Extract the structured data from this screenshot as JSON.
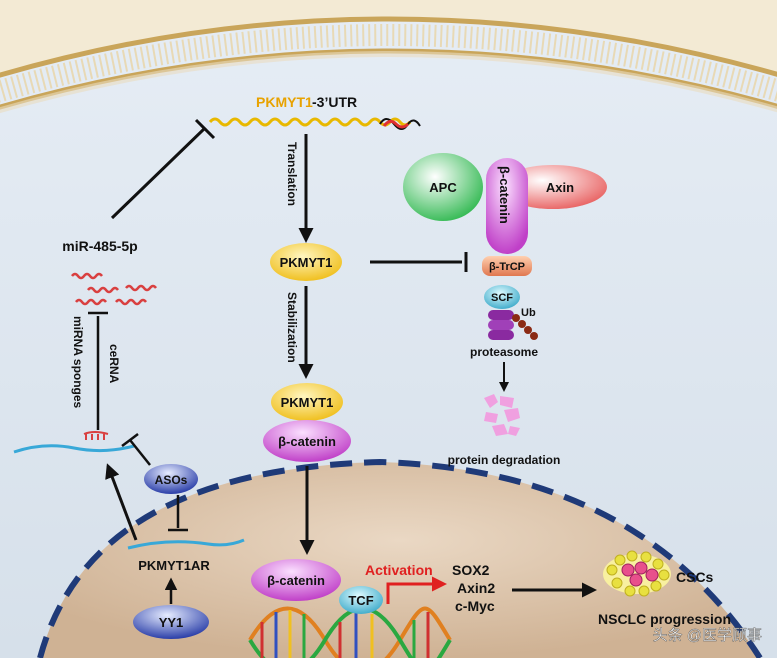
{
  "labels": {
    "pkmyt1_utr_gene": "PKMYT1",
    "pkmyt1_utr_suffix": " -3’UTR",
    "translation": "Translation",
    "stabilization": "Stabilization",
    "pkmyt1_mid": "PKMYT1",
    "pkmyt1_complex": "PKMYT1",
    "beta_catenin_complex": "β-catenin",
    "beta_catenin_nucleus": "β-catenin",
    "apc": "APC",
    "axin": "Axin",
    "beta_catenin_destruction": "β-catenin",
    "btrcp": "β-TrCP",
    "scf": "SCF",
    "ub": "Ub",
    "proteasome": "proteasome",
    "protein_degradation": "protein degradation",
    "mir": "miR-485-5p",
    "mirna_sponges": "miRNA sponges",
    "cerna": "ceRNA",
    "asos": "ASOs",
    "pkmyt1ar": "PKMYT1AR",
    "yy1": "YY1",
    "tcf": "TCF",
    "activation": "Activation",
    "target_genes": [
      "SOX2",
      "Axin2",
      "c-Myc"
    ],
    "cscs": "CSCs",
    "nsclc": "NSCLC progression",
    "watermark": "头条 @医学顾事"
  },
  "colors": {
    "background": "#dde6ef",
    "membrane": "#c9a55a",
    "nucleus": "#d8c0a8",
    "nuclear_envelope": "#1f3a78",
    "gene_highlight": "#e8a200",
    "activation": "#e02020",
    "mirna": "#d94040"
  }
}
